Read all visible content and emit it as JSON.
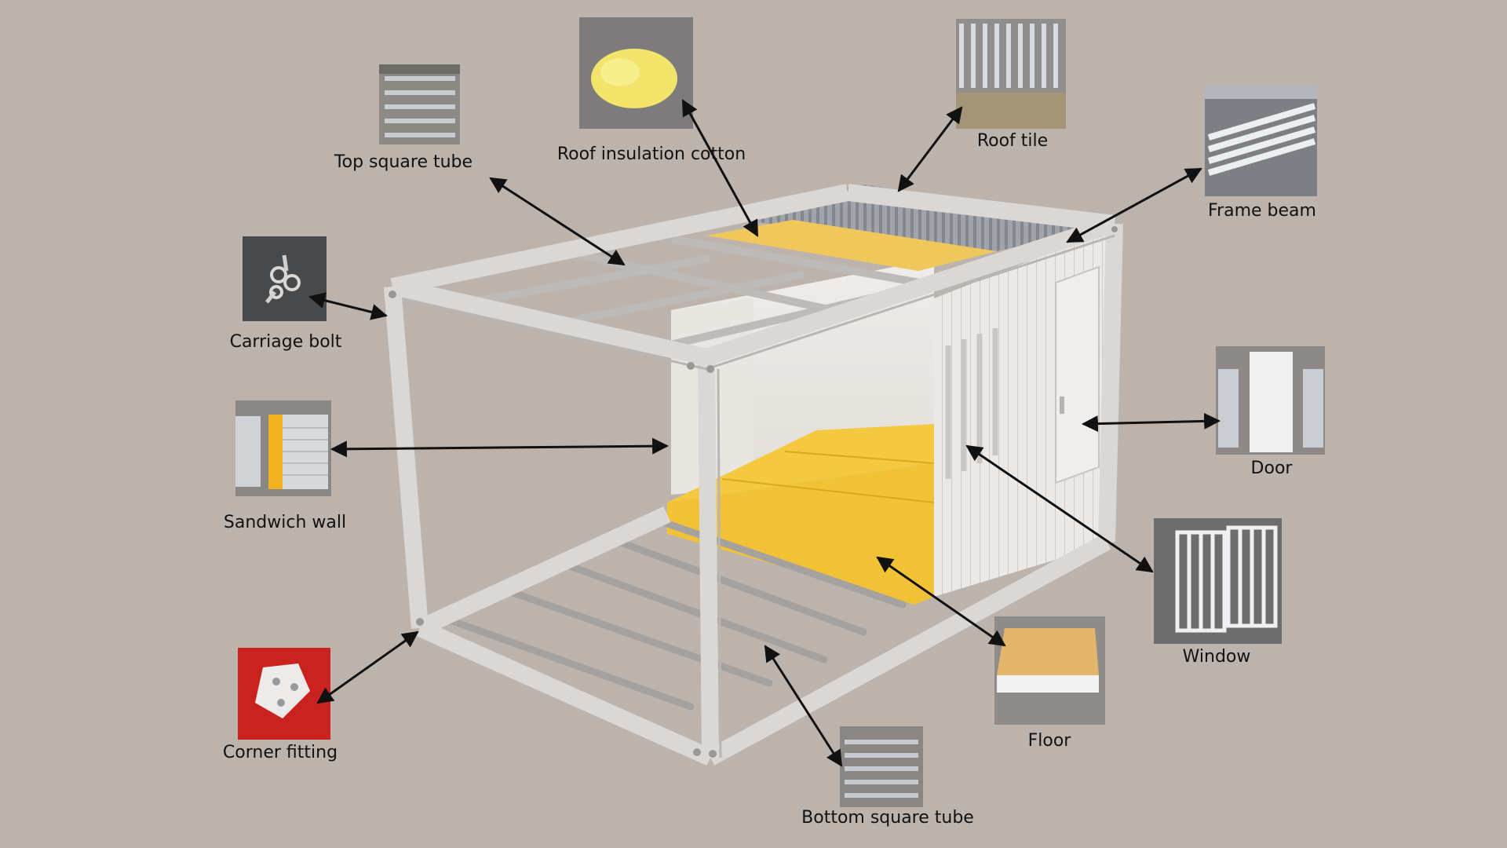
{
  "diagram": {
    "labels": {
      "top_square_tube": "Top square tube",
      "roof_insulation_cotton": "Roof insulation cotton",
      "roof_tile": "Roof tile",
      "frame_beam": "Frame beam",
      "carriage_bolt": "Carriage bolt",
      "sandwich_wall": "Sandwich wall",
      "door": "Door",
      "window": "Window",
      "floor": "Floor",
      "corner_fitting": "Corner fitting",
      "bottom_square_tube": "Bottom square tube"
    }
  },
  "colors": {
    "background": "#bcb3ad",
    "frame": "#d9d6d4",
    "floor_panel": "#f2c236",
    "insulation": "#efc75a",
    "roof_tile": "#9c9ea6",
    "wall_panel": "#e9e7e5",
    "arrow": "#111111",
    "label_text": "#111111"
  }
}
